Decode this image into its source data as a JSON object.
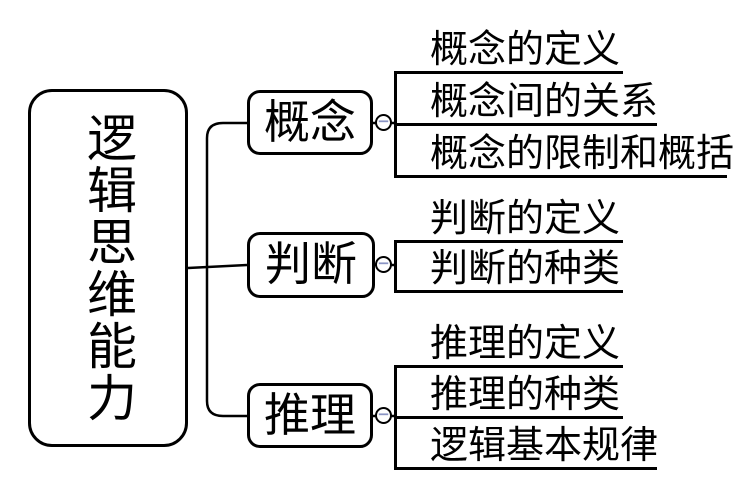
{
  "root": {
    "label": "逻辑思维能力"
  },
  "branches": [
    {
      "label": "概念",
      "children": [
        "概念的定义",
        "概念间的关系",
        "概念的限制和概括"
      ]
    },
    {
      "label": "判断",
      "children": [
        "判断的定义",
        "判断的种类"
      ]
    },
    {
      "label": "推理",
      "children": [
        "推理的定义",
        "推理的种类",
        "逻辑基本规律"
      ]
    }
  ],
  "icons": {
    "collapse": "−"
  },
  "colors": {
    "line": "#000000",
    "background": "#ffffff",
    "collapse_minus": "#8a94c4"
  }
}
